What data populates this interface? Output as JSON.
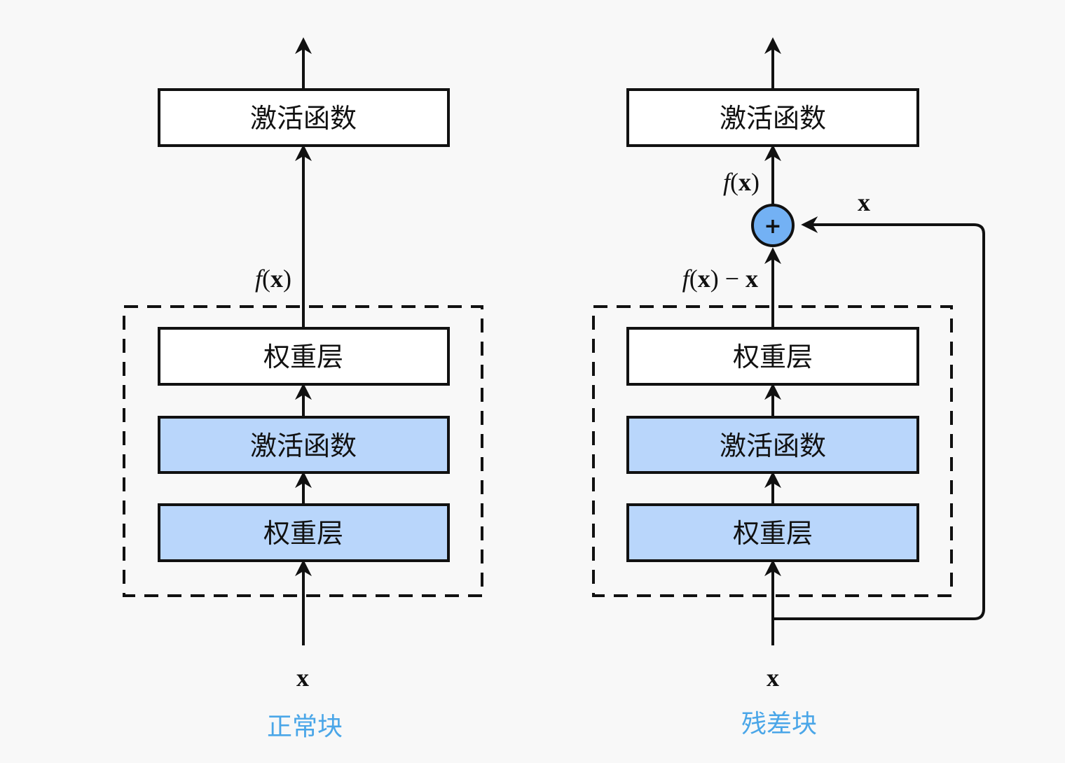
{
  "colors": {
    "box_plain": "#ffffff",
    "box_blue": "#b9d6fb",
    "plus_node": "#73b1f4",
    "caption": "#4aa6e8",
    "line": "#111111"
  },
  "normal_block": {
    "output_box": "激活函数",
    "fx_label_f": "f",
    "fx_label_open": "(",
    "fx_label_x": "x",
    "fx_label_close": ")",
    "top_box": "权重层",
    "middle_box": "激活函数",
    "bottom_box": "权重层",
    "input_label": "x",
    "caption": "正常块"
  },
  "residual_block": {
    "output_box": "激活函数",
    "fx_label_f": "f",
    "fx_label_open": "(",
    "fx_label_x": "x",
    "fx_label_close": ")",
    "skip_label": "x",
    "plus_symbol": "+",
    "diff_label_f": "f",
    "diff_label_open": "(",
    "diff_label_x": "x",
    "diff_label_close": ")",
    "diff_label_minus": " − ",
    "diff_label_x2": "x",
    "top_box": "权重层",
    "middle_box": "激活函数",
    "bottom_box": "权重层",
    "input_label": "x",
    "caption": "残差块"
  }
}
